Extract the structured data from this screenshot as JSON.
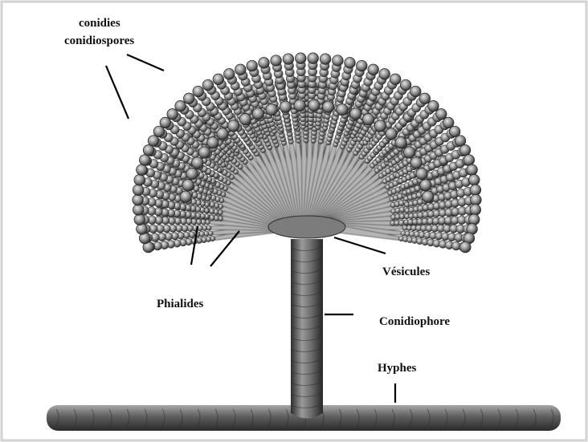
{
  "labels": {
    "conidies": "conidies",
    "conidiospores": "conidiospores",
    "phialides": "Phialides",
    "vesicules": "Vésicules",
    "conidiophore": "Conidiophore",
    "hyphes": "Hyphes"
  },
  "colors": {
    "background": "#ffffff",
    "frame_shadow": "#cfcfcf",
    "specimen_dark": "#3a3a3a",
    "specimen_mid": "#7a7a7a",
    "specimen_light": "#c8c8c8",
    "leader_line": "#000000"
  }
}
